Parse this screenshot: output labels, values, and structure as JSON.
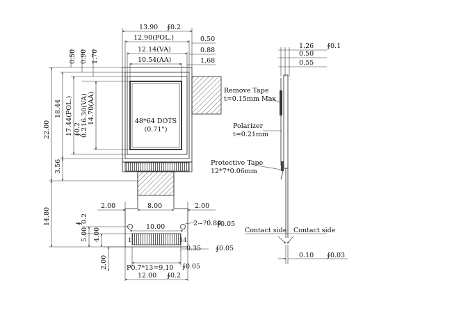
{
  "front_view": {
    "top_dims": {
      "outline_width": "13.90",
      "outline_tol": "∮0.2",
      "pol_width": "12.90(POL.)",
      "va_width": "12.14(VA)",
      "aa_width": "10.54(AA)",
      "right_offsets": [
        "0.50",
        "0.88",
        "1.68"
      ],
      "top_offsets": [
        "0.50",
        "0.90",
        "1.70"
      ]
    },
    "left_dims": {
      "total_height": "22.00",
      "glass_height": "18.44",
      "pol_height": "17.44(POL.)",
      "va_height": "16.30(VA)",
      "aa_height": "14.70(AA)",
      "tol_small": "∮0.2",
      "tol_mid": "0.2",
      "bottom_ledge": "3.56",
      "fpc_height": "14.80"
    },
    "display_text": {
      "dots": "48*64 DOTS",
      "diag": "(0.71\")"
    },
    "fpc_dims": {
      "left_gap": "2.00",
      "width": "8.00",
      "right_gap": "2.00",
      "holes_span": "10.00",
      "holes_note": "2~?0.80",
      "holes_tol": "∮0.05",
      "v_500": "5.00",
      "v_400": "4.00",
      "v_tol": "0.2",
      "v_tol_sym": "∮",
      "pad_offset": "0.35",
      "pad_tol": "∮0.05",
      "bottom_gap": "2.00",
      "pitch": "P0.7*13=9.10",
      "pitch_tol": "∮0.05",
      "total_width": "12.00",
      "total_tol": "∮0.2",
      "pin_first": "1",
      "pin_last": "14"
    }
  },
  "side_view": {
    "dims": [
      "1.26",
      "0.50",
      "0.55"
    ],
    "dims_tol": "∮0.1",
    "remove_tape_1": "Remove Tape",
    "remove_tape_2": "t=0.15mm Max",
    "polarizer_1": "Polarizer",
    "polarizer_2": "t=0.21mm",
    "protective_1": "Protective Tape",
    "protective_2": "12*7*0.06mm",
    "contact_left": "Contact side",
    "contact_right": "Contact side",
    "bottom_dim": "0.10",
    "bottom_tol": "∮0.03"
  }
}
